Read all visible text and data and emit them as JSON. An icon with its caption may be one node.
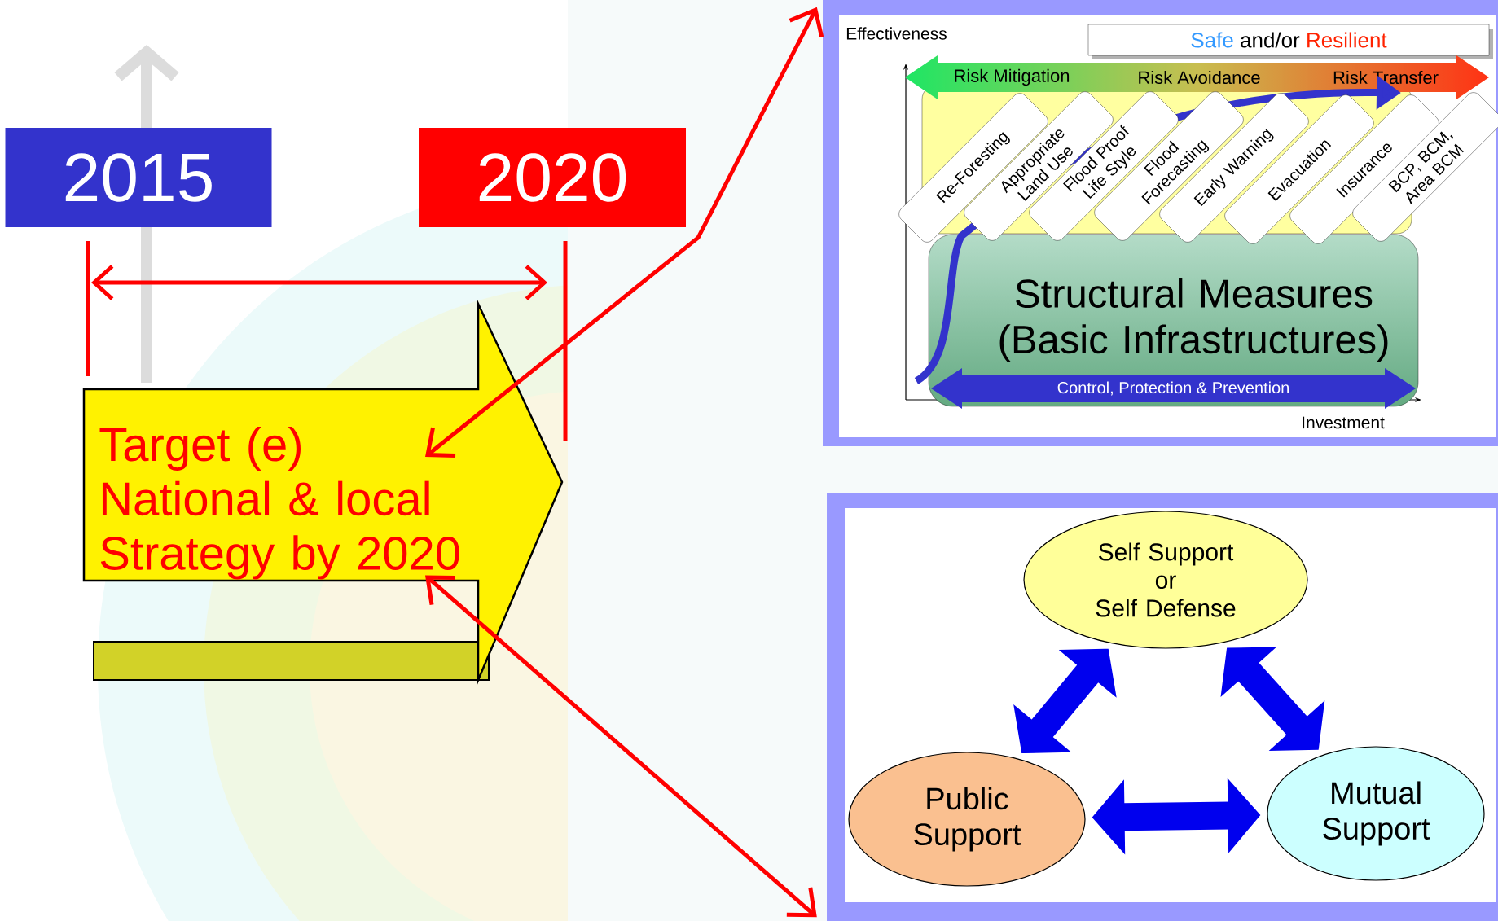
{
  "diagram": {
    "nodes": [
      {
        "text": [
          "2015"
        ]
      },
      {
        "text": [
          "2020"
        ]
      },
      {
        "text": [
          "Target (e)",
          "National & local",
          "Strategy by 2020"
        ]
      },
      {
        "text": [],
        "shape": "box"
      },
      {
        "text": [
          "Safe",
          "and/or",
          "Resilient"
        ],
        "in": 3
      },
      {
        "text": [
          "Risk Mitigation",
          "Risk Avoidance",
          "Risk Transfer"
        ],
        "in": 3
      },
      {
        "text": [
          "Re-Foresting"
        ],
        "in": 3
      },
      {
        "text": [
          "Appropriate Land Use"
        ],
        "in": 3
      },
      {
        "text": [
          "Flood Proof Life Style"
        ],
        "in": 3
      },
      {
        "text": [
          "Flood Forecasting"
        ],
        "in": 3
      },
      {
        "text": [
          "Early Warning"
        ],
        "in": 3
      },
      {
        "text": [
          "Evacuation"
        ],
        "in": 3
      },
      {
        "text": [
          "Insurance"
        ],
        "in": 3
      },
      {
        "text": [
          "BCP, BCM, Area BCM"
        ],
        "in": 3
      },
      {
        "text": [
          "Structural Measures (Basic Infrastructures)"
        ],
        "in": 3
      },
      {
        "text": [
          "Control, Protection & Prevention"
        ],
        "in": 14
      },
      {
        "text": [],
        "shape": "box"
      },
      {
        "text": [
          "Self Support",
          "or",
          "Self Defense"
        ],
        "in": 16
      },
      {
        "text": [
          "Public Support"
        ],
        "in": 16
      },
      {
        "text": [
          "Mutual Support"
        ],
        "in": 16
      }
    ],
    "edges": [
      {
        "from": 2,
        "to": 3,
        "arrow": "both",
        "color": "#ff0000"
      },
      {
        "from": 2,
        "to": 16,
        "arrow": "both",
        "color": "#ff0000"
      },
      {
        "from": 17,
        "to": 18,
        "arrow": "both",
        "color": "#0000ee"
      },
      {
        "from": 17,
        "to": 19,
        "arrow": "both",
        "color": "#0000ee"
      },
      {
        "from": 18,
        "to": 19,
        "arrow": "both",
        "color": "#0000ee"
      }
    ],
    "labels": [
      "Effectiveness",
      "Investment"
    ]
  }
}
